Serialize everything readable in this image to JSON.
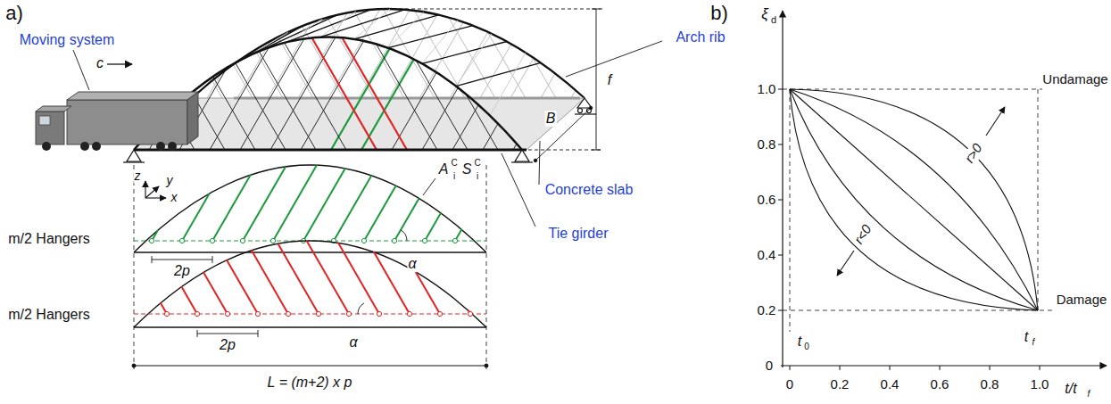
{
  "diagram": {
    "labels": [
      "a)",
      "Moving system",
      "c",
      "Arch rib",
      "f",
      "B",
      "Concrete slab",
      "Tie girder",
      "z",
      "y",
      "x",
      "A",
      "C",
      "i",
      "S",
      "C",
      "i",
      "m/2 Hangers",
      "2p",
      "α",
      "m/2 Hangers",
      "2p",
      "α",
      "L = (m+2) x p",
      "b)",
      "ξ",
      "d",
      "Undamage",
      "Damage",
      "r>0",
      "r<0",
      "1.0",
      "0.8",
      "0.6",
      "0.4",
      "0.2",
      "0",
      "0",
      "0.2",
      "0.4",
      "0.6",
      "0.8",
      "1.0",
      "t",
      "0",
      "t",
      "f",
      "t/t",
      "f"
    ]
  }
}
